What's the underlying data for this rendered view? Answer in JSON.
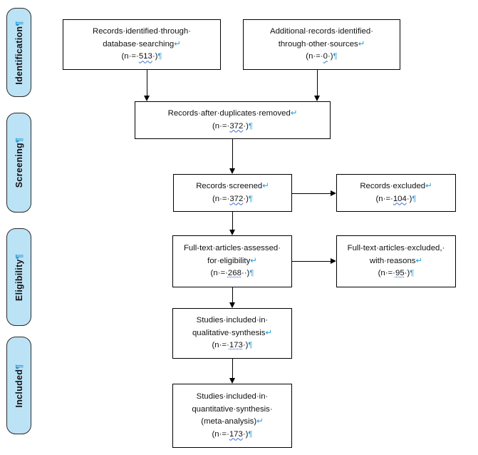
{
  "document": {
    "type": "prisma-flow-diagram",
    "title": "PRISMA flow diagram",
    "accent_color": "#BCE2F5",
    "mark_color": "#2E9BD6",
    "border_color": "#000000",
    "formatting_marks_visible": true
  },
  "stages": [
    {
      "id": "identification",
      "label": "Identification",
      "mark": "¶"
    },
    {
      "id": "screening",
      "label": "Screening",
      "mark": "¶"
    },
    {
      "id": "eligibility",
      "label": "Eligibility",
      "mark": "¶"
    },
    {
      "id": "included",
      "label": "Included",
      "mark": "¶"
    }
  ],
  "boxes": {
    "database_search": {
      "id": "records-identified-database",
      "line1": "Records·identified·through·",
      "line2": "database·searching",
      "line2_mark": "↵",
      "count_prefix": "(n·=·",
      "count": "513",
      "count_suffix": "·)",
      "count_mark": "¶",
      "n": 513
    },
    "other_sources": {
      "id": "additional-records-other-sources",
      "line1": "Additional·records·identified·",
      "line2": "through·other·sources",
      "line2_mark": "↵",
      "count_prefix": "(n·=·",
      "count": "0",
      "count_suffix": "·)",
      "count_mark": "¶",
      "n": 0
    },
    "duplicates_removed": {
      "id": "records-after-duplicates-removed",
      "line1": "Records·after·duplicates·removed",
      "line1_mark": "↵",
      "count_prefix": "(n·=·",
      "count": "372",
      "count_suffix": "·)",
      "count_mark": "¶",
      "n": 372
    },
    "records_screened": {
      "id": "records-screened",
      "line1": "Records·screened",
      "line1_mark": "↵",
      "count_prefix": "(n·=·",
      "count": "372",
      "count_suffix": "·)",
      "count_mark": "¶",
      "n": 372
    },
    "records_excluded": {
      "id": "records-excluded",
      "line1": "Records·excluded",
      "line1_mark": "↵",
      "count_prefix": "(n·=·",
      "count": "104",
      "count_suffix": "·)",
      "count_mark": "¶",
      "n": 104
    },
    "fulltext_assessed": {
      "id": "full-text-articles-assessed",
      "line1": "Full-text·articles·assessed·",
      "line2": "for·eligibility",
      "line2_mark": "↵",
      "count_prefix": "(n·=·",
      "count": "268",
      "count_suffix": "··)",
      "count_mark": "¶",
      "n": 268
    },
    "fulltext_excluded": {
      "id": "full-text-articles-excluded",
      "line1": "Full-text·articles·excluded,·",
      "line2": "with·reasons",
      "line2_mark": "↵",
      "count_prefix": "(n·=·",
      "count": "95",
      "count_suffix": "·)",
      "count_mark": "¶",
      "n": 95
    },
    "qualitative": {
      "id": "studies-included-qualitative",
      "line1": "Studies·included·in·",
      "line2": "qualitative·synthesis",
      "line2_mark": "↵",
      "count_prefix": "(n·=·",
      "count": "173",
      "count_suffix": "·)",
      "count_mark": "¶",
      "n": 173
    },
    "quantitative": {
      "id": "studies-included-quantitative",
      "line1": "Studies·included·in·",
      "line2": "quantitative·synthesis·",
      "line3": "(meta-analysis)",
      "line3_mark": "↵",
      "count_prefix": "(n·=·",
      "count": "173",
      "count_suffix": "·)",
      "count_mark": "¶",
      "n": 173
    }
  }
}
